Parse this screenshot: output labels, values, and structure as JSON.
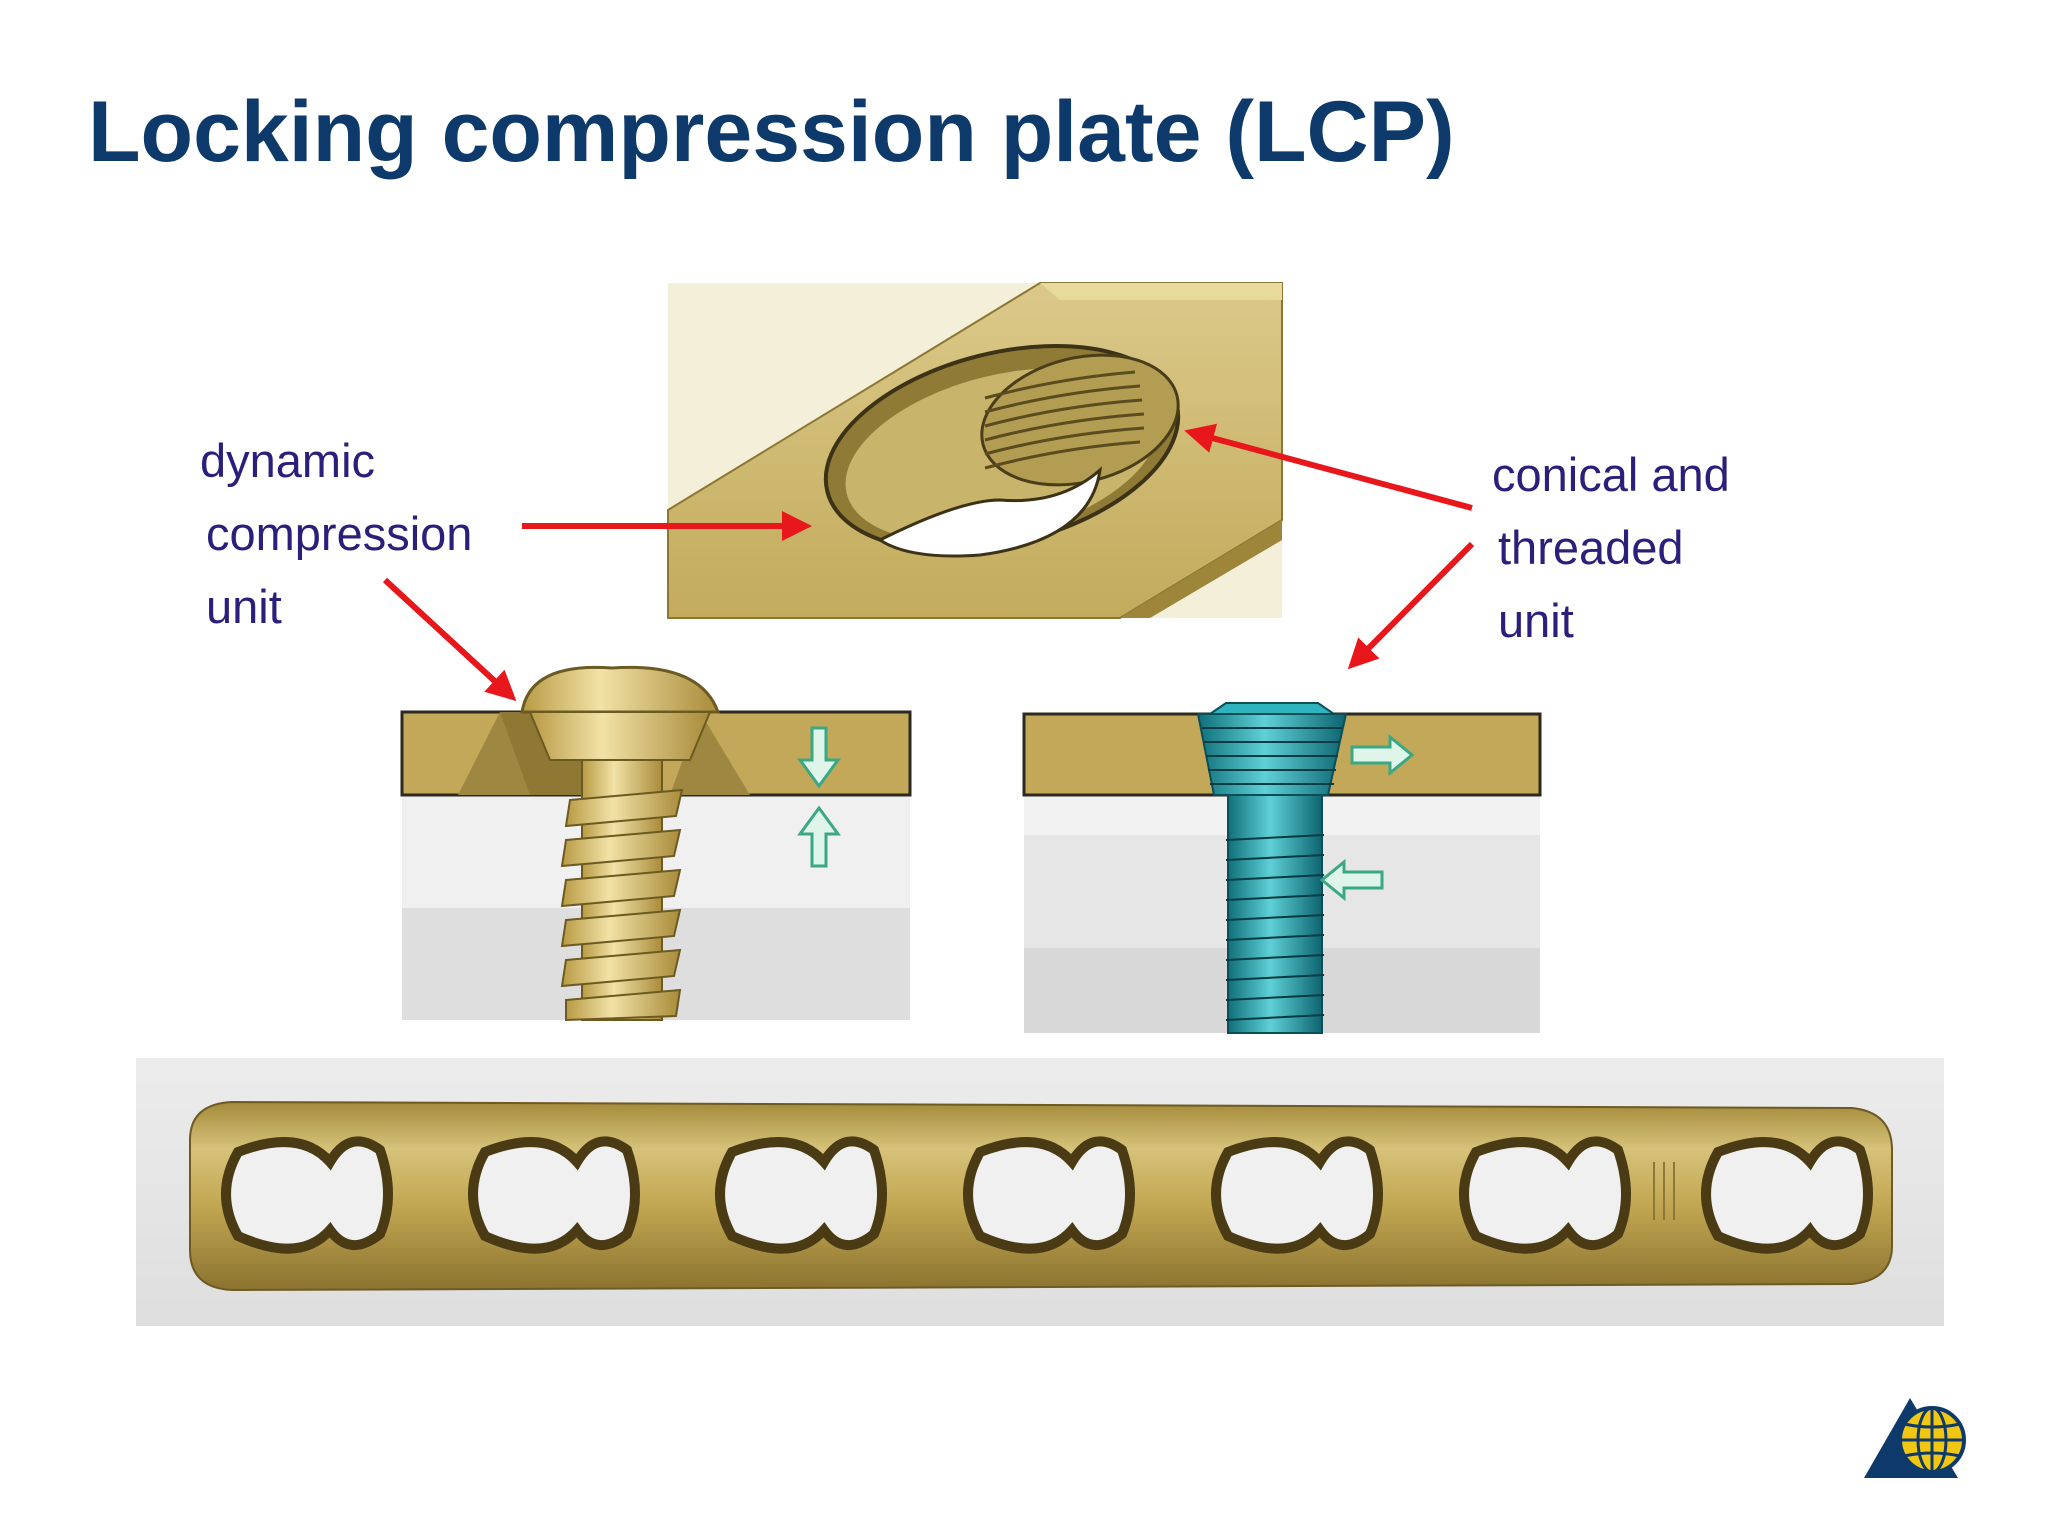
{
  "slide": {
    "title": "Locking compression plate (LCP)"
  },
  "labels": {
    "dynamic_compression_unit": [
      "dynamic",
      "compression",
      "unit"
    ],
    "conical_threaded_unit": [
      "conical and",
      "threaded",
      "unit"
    ]
  },
  "colors": {
    "title": "#0d3a6b",
    "label_text": "#2a1f7a",
    "arrow": "#e8171b",
    "plate_gold": "#cdb86a",
    "locking_screw_teal": "#1f9aa5",
    "force_arrow": "#7fd9b6",
    "logo_blue": "#0d3a6b",
    "logo_yellow": "#f2c713"
  },
  "icons": {
    "logo": "ao-triangle-globe-logo",
    "compression_arrows": "double-arrow-vertical-icon",
    "shear_arrows": "double-arrow-horizontal-icon"
  }
}
